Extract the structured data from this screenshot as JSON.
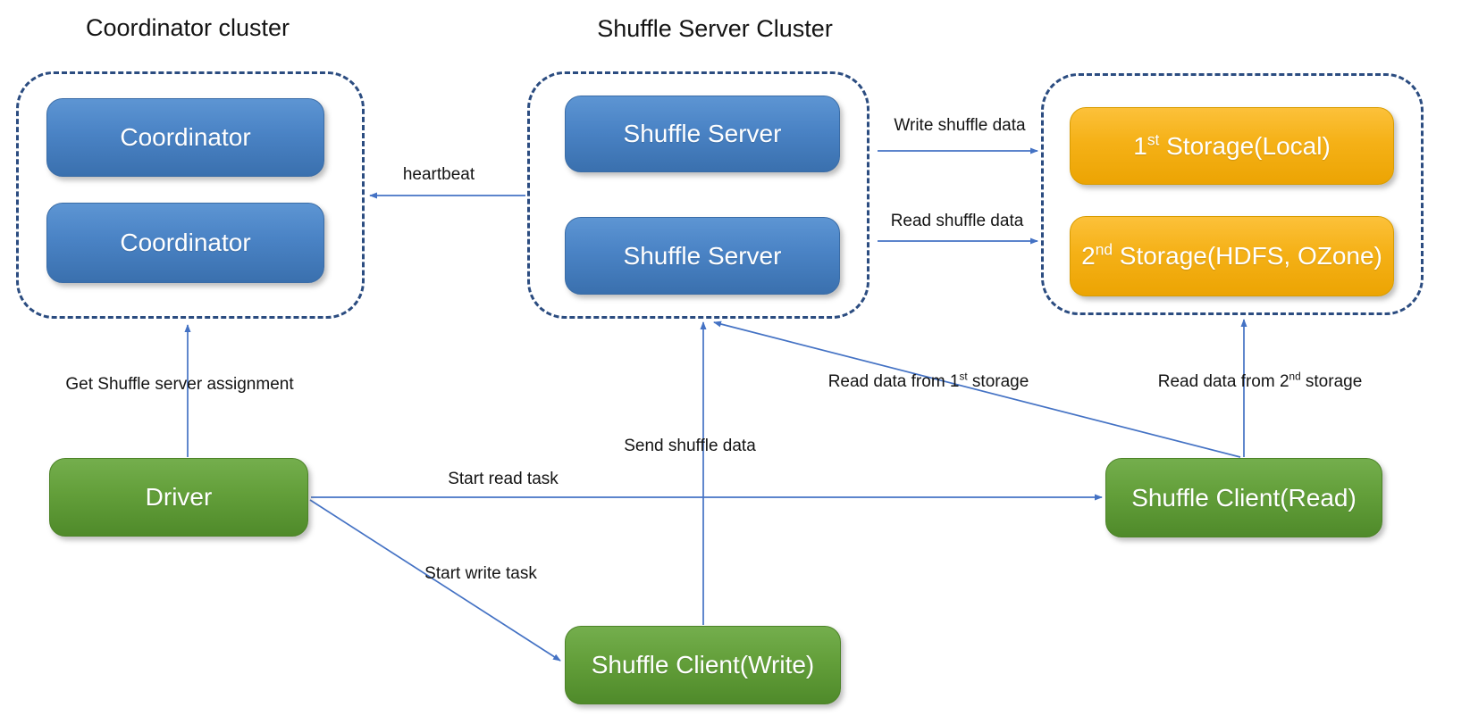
{
  "titles": {
    "coordinator_cluster": "Coordinator cluster",
    "shuffle_server_cluster": "Shuffle Server Cluster"
  },
  "nodes": {
    "coordinator_1": "Coordinator",
    "coordinator_2": "Coordinator",
    "shuffle_server_1": "Shuffle Server",
    "shuffle_server_2": "Shuffle Server",
    "storage_1": {
      "pre": "1",
      "sup": "st",
      "post": " Storage(Local)"
    },
    "storage_2": {
      "pre": "2",
      "sup": "nd",
      "post": " Storage(HDFS, OZone)"
    },
    "driver": "Driver",
    "shuffle_client_read": "Shuffle Client(Read)",
    "shuffle_client_write": "Shuffle Client(Write)"
  },
  "edges": {
    "heartbeat": "heartbeat",
    "write_shuffle_data": "Write shuffle data",
    "read_shuffle_data": "Read shuffle data",
    "get_assignment": "Get Shuffle server assignment",
    "start_read_task": "Start read task",
    "start_write_task": "Start write task",
    "send_shuffle_data": "Send shuffle data",
    "read_first_storage": {
      "pre": "Read data from 1",
      "sup": "st",
      "post": " storage"
    },
    "read_second_storage": {
      "pre": "Read data from 2",
      "sup": "nd",
      "post": " storage"
    }
  },
  "colors": {
    "node_blue": "#4a83c5",
    "node_green": "#639f3a",
    "node_orange": "#f5b117",
    "arrow_blue": "#4472c4",
    "cluster_border": "#2b4c80"
  }
}
